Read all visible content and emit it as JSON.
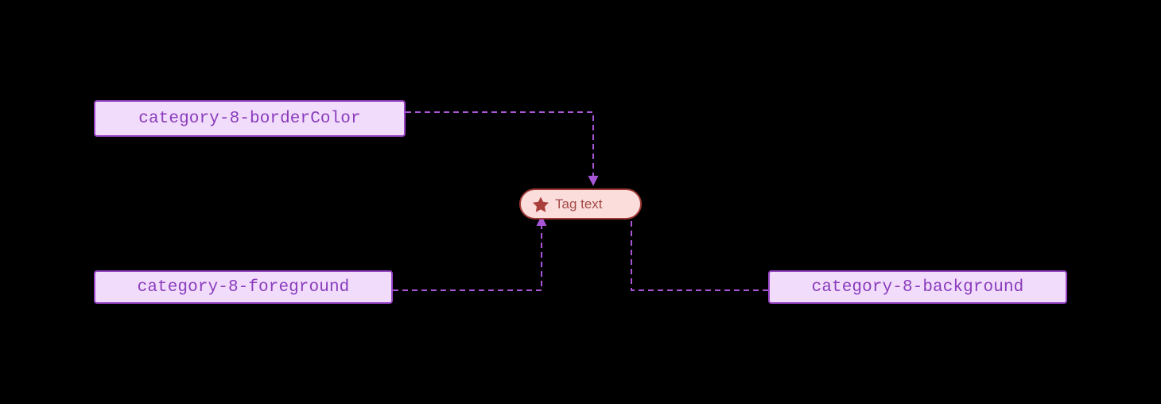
{
  "diagram": {
    "background_color": "#000000",
    "nodes": [
      {
        "id": "borderColor",
        "label": "category-8-borderColor",
        "fill": "#f1ddfb",
        "stroke": "#9a45c8",
        "text_color": "#8a3bbd"
      },
      {
        "id": "foreground",
        "label": "category-8-foreground",
        "fill": "#f1ddfb",
        "stroke": "#9a45c8",
        "text_color": "#8a3bbd"
      },
      {
        "id": "background",
        "label": "category-8-background",
        "fill": "#f1ddfb",
        "stroke": "#9a45c8",
        "text_color": "#8a3bbd"
      }
    ],
    "tag_node": {
      "label": "Tag text",
      "icon": "star-icon",
      "fill": "#fbdedc",
      "stroke": "#9e3a36",
      "text_color": "#a34a46",
      "icon_color": "#a9403c"
    },
    "edges": [
      {
        "from": "borderColor",
        "to": "tag-node",
        "style": "dashed",
        "color": "#a855d8",
        "arrow": "down"
      },
      {
        "from": "foreground",
        "to": "tag-node",
        "style": "dashed",
        "color": "#a855d8",
        "arrow": "up"
      },
      {
        "from": "background",
        "to": "tag-node",
        "style": "dashed",
        "color": "#a855d8",
        "arrow": "up"
      }
    ],
    "edge_color": "#a855d8"
  }
}
